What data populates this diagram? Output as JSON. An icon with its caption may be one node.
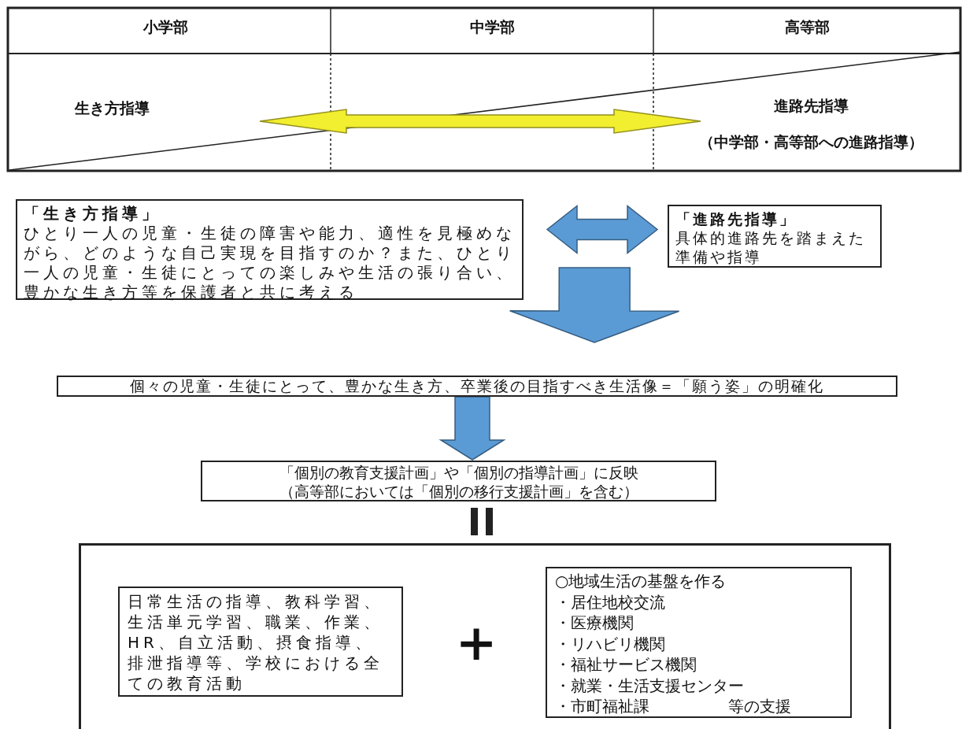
{
  "diagram": {
    "nodes": [
      {
        "text": [
          "生き方指導"
        ]
      },
      {
        "text": [
          "進路先指導",
          "（中学部・高等部への進路指導）"
        ]
      },
      {
        "text": [
          "「生き方指導」",
          "ひとり一人の児童・生徒の障害や能力、適性を見極めながら、どのような自己実現を目指すのか？また、ひとり一人の児童・生徒にとっての楽しみや生活の張り合い、豊かな生き方等を保護者と共に考える"
        ]
      },
      {
        "text": [
          "「進路先指導」",
          "具体的進路先を踏まえた準備や指導"
        ]
      },
      {
        "text": [
          "個々の児童・生徒にとって、豊かな生き方、卒業後の目指すべき生活像＝「願う姿」の明確化"
        ]
      },
      {
        "text": [
          "「個別の教育支援計画」や「個別の指導計画」に反映",
          "（高等部においては「個別の移行支援計画」を含む）"
        ]
      },
      {
        "text": [],
        "shape": "box"
      },
      {
        "text": [
          "日常生活の指導、教科学習、生活単元学習、職業、作業、HR、自立活動、摂食指導、排泄指導等、学校における全ての教育活動"
        ],
        "in": 6
      },
      {
        "text": [
          "○地域生活の基盤を作る",
          "・居住地校交流",
          "・医療機関",
          "・リハビリ機関",
          "・福祉サービス機関",
          "・就業・生活支援センター",
          "・市町福祉課　　　　　等の支援"
        ],
        "in": 6
      }
    ],
    "edges": [
      {
        "from": 0,
        "to": 1,
        "arrow": "both",
        "style": "thick",
        "color": "#f2ee30"
      },
      {
        "from": 2,
        "to": 3,
        "arrow": "both",
        "style": "thick"
      },
      {
        "from": 2,
        "to": 4,
        "arrow": "to",
        "style": "thick"
      },
      {
        "from": 3,
        "to": 4,
        "arrow": "to",
        "style": "thick"
      },
      {
        "from": 4,
        "to": 5,
        "arrow": "to",
        "style": "thick"
      }
    ],
    "labels": [
      "小学部",
      "中学部",
      "高等部",
      "＋"
    ]
  }
}
